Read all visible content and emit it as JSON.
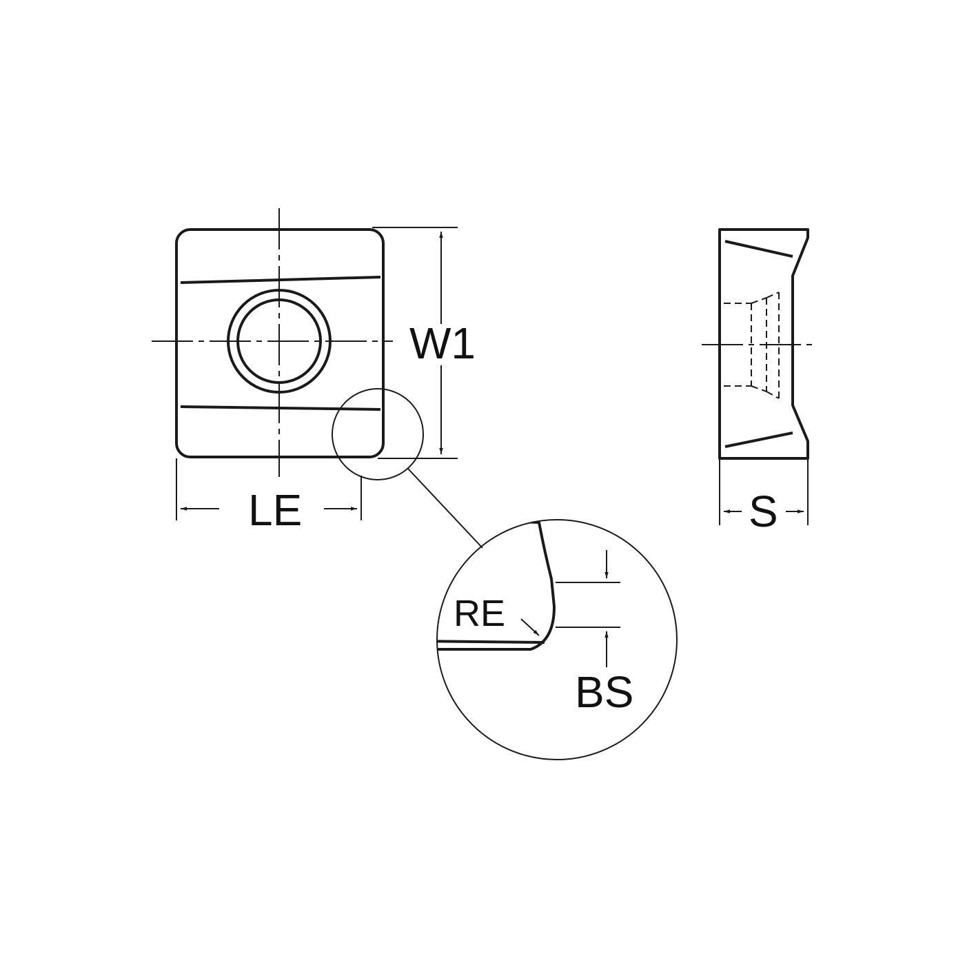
{
  "labels": {
    "w1": "W1",
    "le": "LE",
    "s": "S",
    "re": "RE",
    "bs": "BS"
  },
  "colors": {
    "insert_fill": "#E8B91A",
    "outline": "#1a1a1a",
    "background": "#ffffff"
  }
}
